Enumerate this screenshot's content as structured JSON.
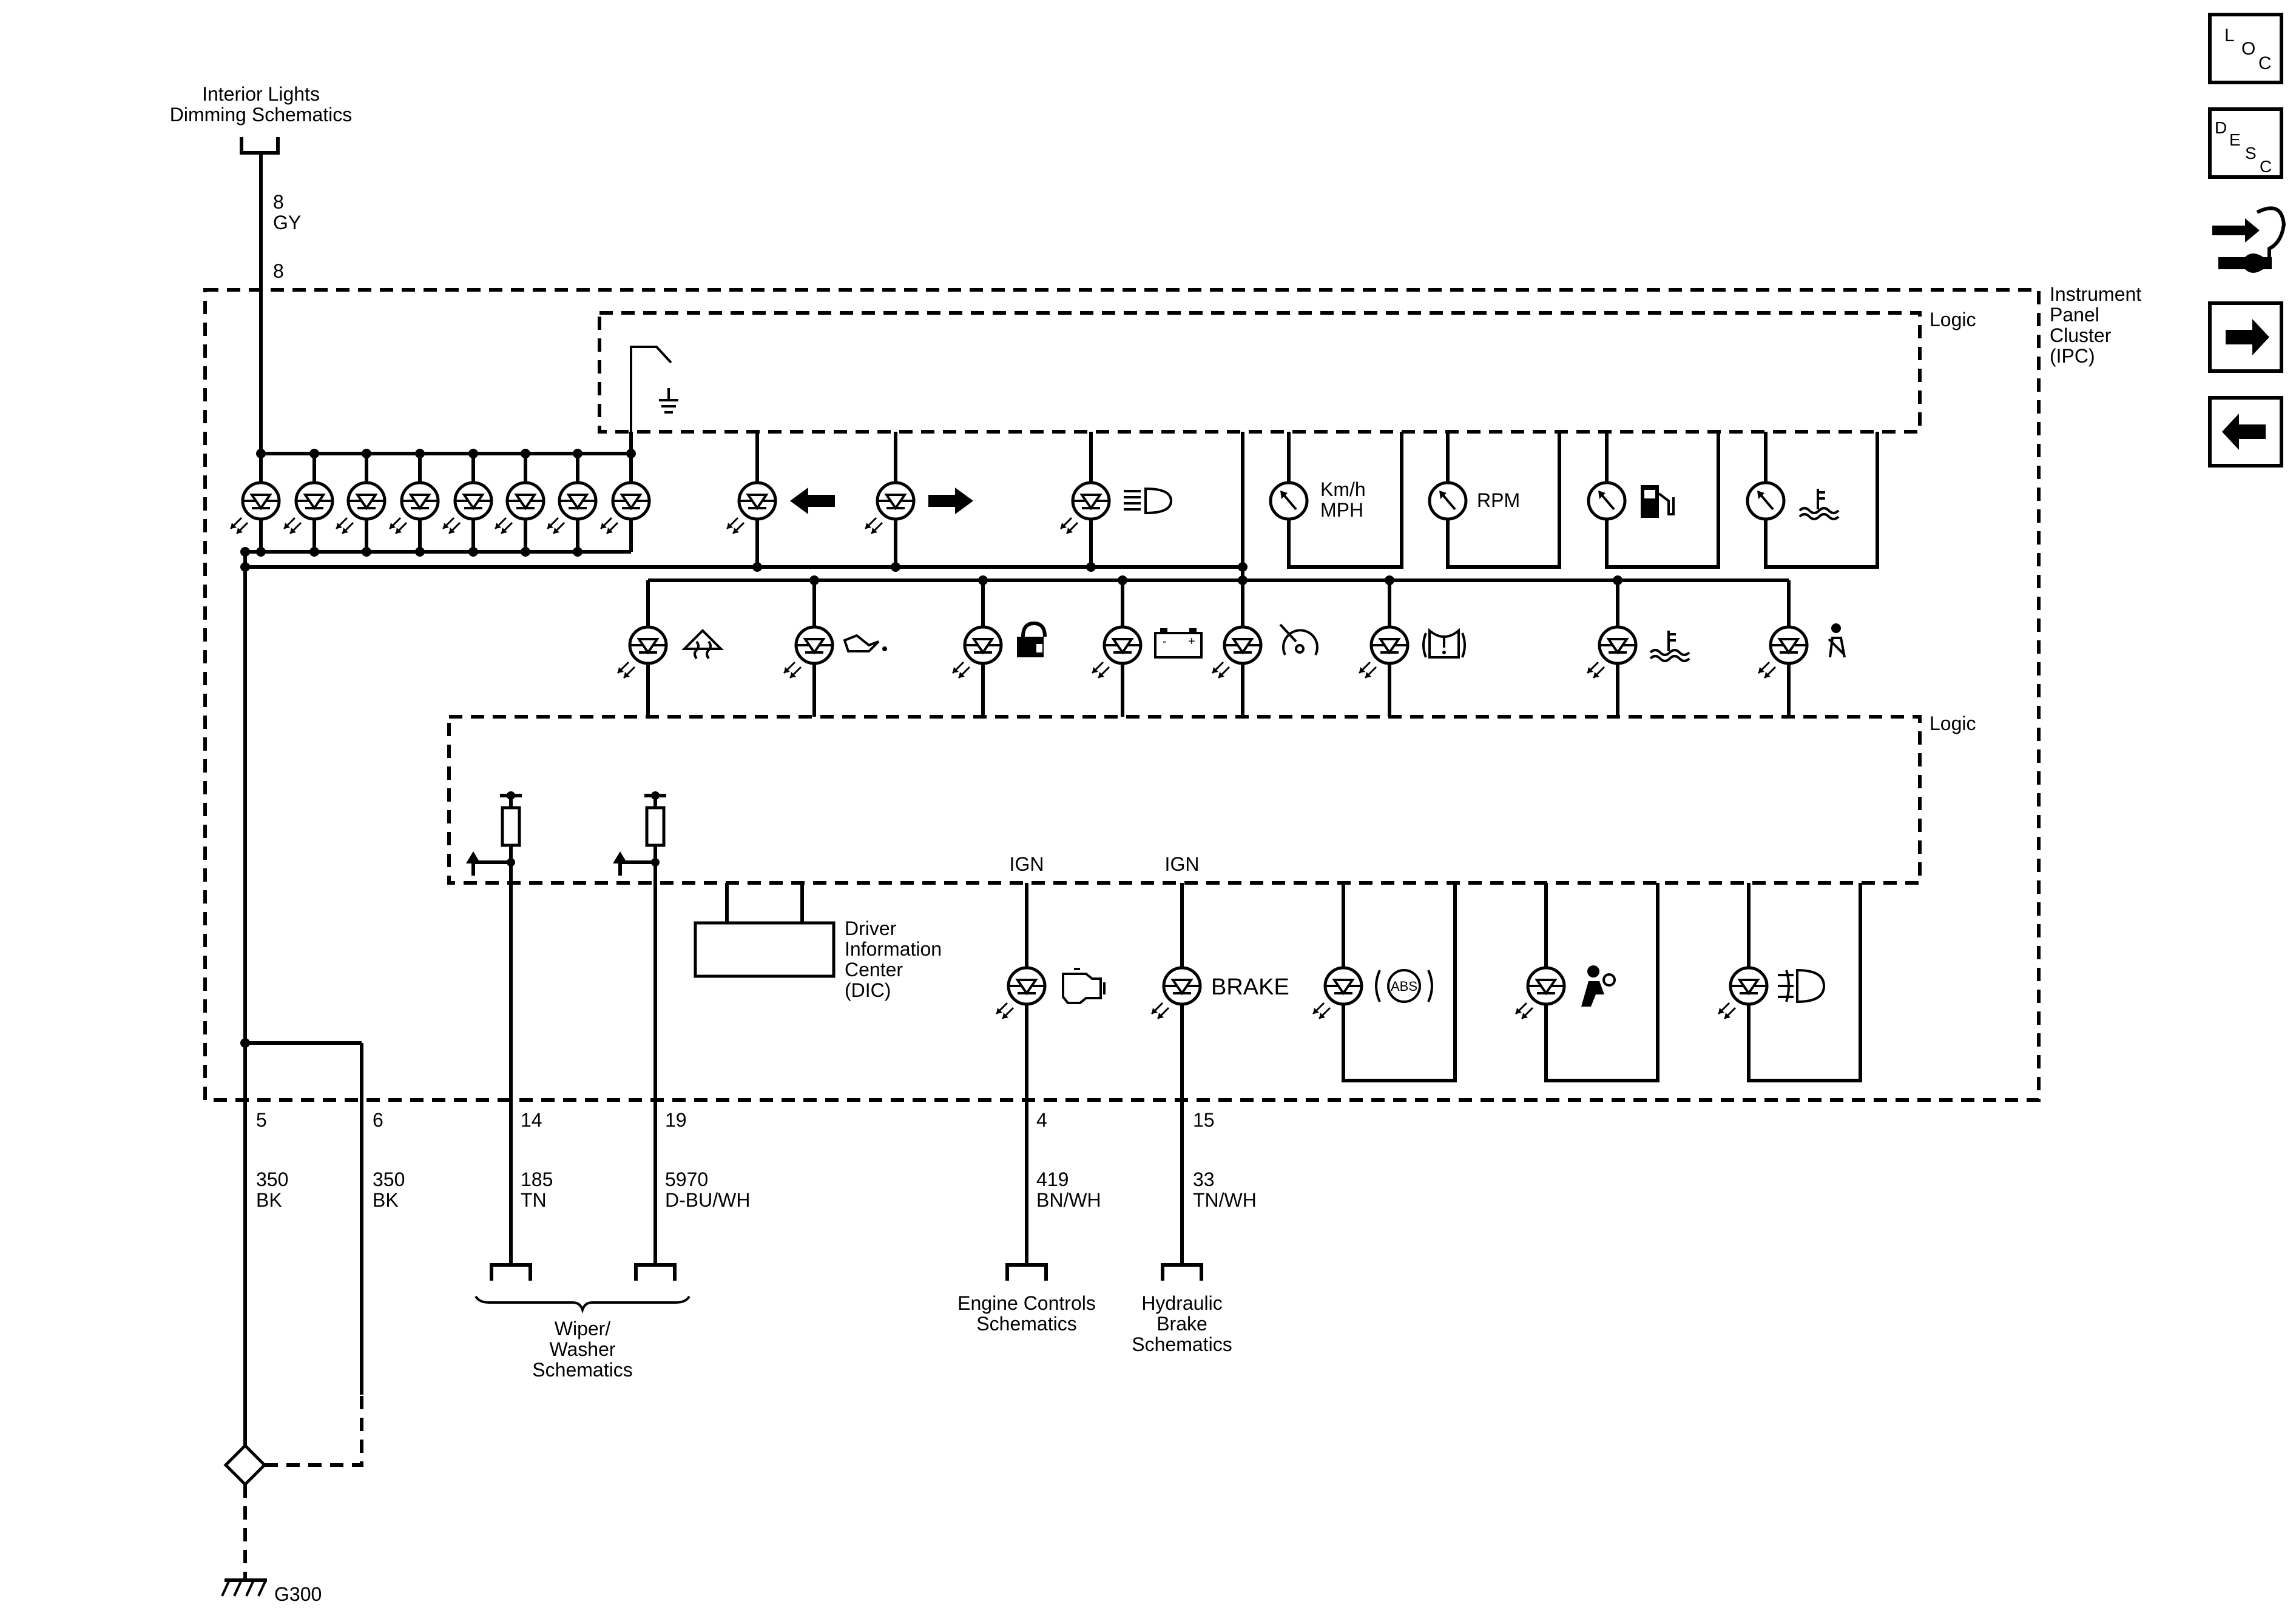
{
  "labels": {
    "interior_lights_1": "Interior Lights",
    "interior_lights_2": "Dimming Schematics",
    "ipc_1": "Instrument",
    "ipc_2": "Panel",
    "ipc_3": "Cluster",
    "ipc_4": "(IPC)",
    "logic_top": "Logic",
    "logic_bottom": "Logic",
    "kmh": "Km/h",
    "mph": "MPH",
    "rpm": "RPM",
    "ign_1": "IGN",
    "ign_2": "IGN",
    "brake": "BRAKE",
    "abs": "ABS",
    "dic_1": "Driver",
    "dic_2": "Information",
    "dic_3": "Center",
    "dic_4": "(DIC)",
    "wiper_1": "Wiper/",
    "wiper_2": "Washer",
    "wiper_3": "Schematics",
    "engine_1": "Engine Controls",
    "engine_2": "Schematics",
    "hyd_1": "Hydraulic",
    "hyd_2": "Brake",
    "hyd_3": "Schematics",
    "g300": "G300"
  },
  "wires": {
    "in_pin": "8",
    "in_circuit": "8",
    "in_color": "GY",
    "pin5": "5",
    "c5": "350",
    "col5": "BK",
    "pin6": "6",
    "c6": "350",
    "col6": "BK",
    "pin14": "14",
    "c14": "185",
    "col14": "TN",
    "pin19": "19",
    "c19": "5970",
    "col19": "D-BU/WH",
    "pin4": "4",
    "c4": "419",
    "col4": "BN/WH",
    "pin15": "15",
    "c15": "33",
    "col15": "TN/WH"
  },
  "nav": {
    "loc": [
      "L",
      "O",
      "C"
    ],
    "desc": [
      "D",
      "E",
      "S",
      "C"
    ],
    "icons": [
      "connector-end-view-icon",
      "right-arrow-icon",
      "left-arrow-icon"
    ]
  },
  "indicators": {
    "row1_bulbs": 8,
    "row2": [
      "left-turn-icon",
      "right-turn-icon",
      "high-beam-icon"
    ],
    "gauges": [
      "speedometer-icon",
      "tachometer-icon",
      "fuel-gauge-icon",
      "coolant-temp-gauge-icon"
    ],
    "row3": [
      "traction-control-icon",
      "oil-pressure-icon",
      "security-icon",
      "battery-icon",
      "cruise-icon",
      "tire-pressure-icon",
      "coolant-temp-icon",
      "seatbelt-icon"
    ],
    "row4": [
      "check-engine-icon",
      "brake-icon",
      "abs-icon",
      "airbag-icon",
      "fog-lamp-icon"
    ]
  }
}
